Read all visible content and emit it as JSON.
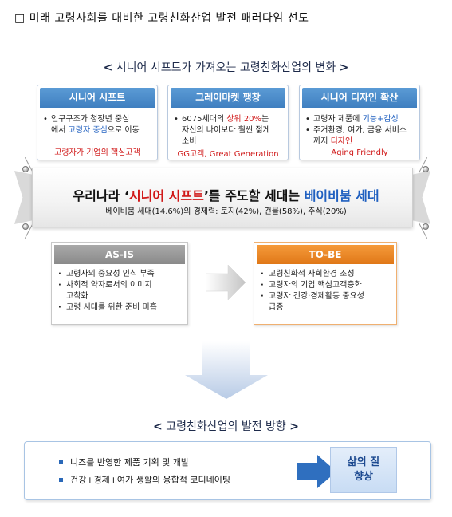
{
  "page": {
    "title": "□ 미래 고령사회를 대비한 고령친화산업 발전 패러다임 선도"
  },
  "section1": {
    "heading": "시니어 시프트가 가져오는 고령친화산업의 변화",
    "chev_left": "<",
    "chev_right": ">"
  },
  "cards": [
    {
      "title": "시니어 시프트",
      "bullet1": "인구구조가 청장년 중심",
      "bullet1_line2_a": "에서 ",
      "bullet1_line2_hl": "고령자 중심",
      "bullet1_line2_b": "으로 이동",
      "note": "고령자가 기업의 핵심고객"
    },
    {
      "title": "그레이마켓 팽창",
      "bullet1_a": "6075세대의 ",
      "bullet1_hl": "상위 20%",
      "bullet1_b": "는",
      "bullet1_line2": "자신의 나이보다 훨씬 젊게",
      "bullet1_line3": "소비",
      "note": "GG고객, Great Generation"
    },
    {
      "title": "시니어 디자인 확산",
      "bullet1_a": "고령자 제품에 ",
      "bullet1_hl": "기능+감성",
      "bullet2": "주거환경, 여가, 금융 서비스",
      "bullet2_line2_a": "까지 ",
      "bullet2_line2_hl": "디자인",
      "note": "Aging Friendly"
    }
  ],
  "banner": {
    "main_a": "우리나라 ‘",
    "main_red": "시니어 시프트",
    "main_b": "’를 주도할 세대는 ",
    "main_blue": "베이비붐 세대",
    "sub": "베이비붐 세대(14.6%)의 경제력: 토지(42%), 건물(58%), 주식(20%)"
  },
  "asis": {
    "title": "AS-IS",
    "items": [
      "고령자의 중요성 인식 부족",
      "사회적 약자로서의 이미지",
      "고착화",
      "고령 시대를 위한 준비 미흡"
    ]
  },
  "tobe": {
    "title": "TO-BE",
    "items": [
      "고령친화적 사회환경 조성",
      "고령자의 기업 핵심고객층화",
      "고령자 건강·경제활동 중요성",
      "급증"
    ]
  },
  "section2": {
    "heading": "고령친화산업의 발전 방향",
    "chev_left": "<",
    "chev_right": ">"
  },
  "direction": {
    "items": [
      "니즈를 반영한 제품 기획 및 개발",
      "건강+경제+여가 생활의 융합적 코디네이팅"
    ],
    "goal_line1": "삶의 질",
    "goal_line2": "향상"
  },
  "colors": {
    "card_header": "#3f7fc0",
    "highlight_blue": "#2060c0",
    "highlight_red": "#d01818",
    "asis_header": "#8a8a8a",
    "tobe_header": "#e07818"
  }
}
